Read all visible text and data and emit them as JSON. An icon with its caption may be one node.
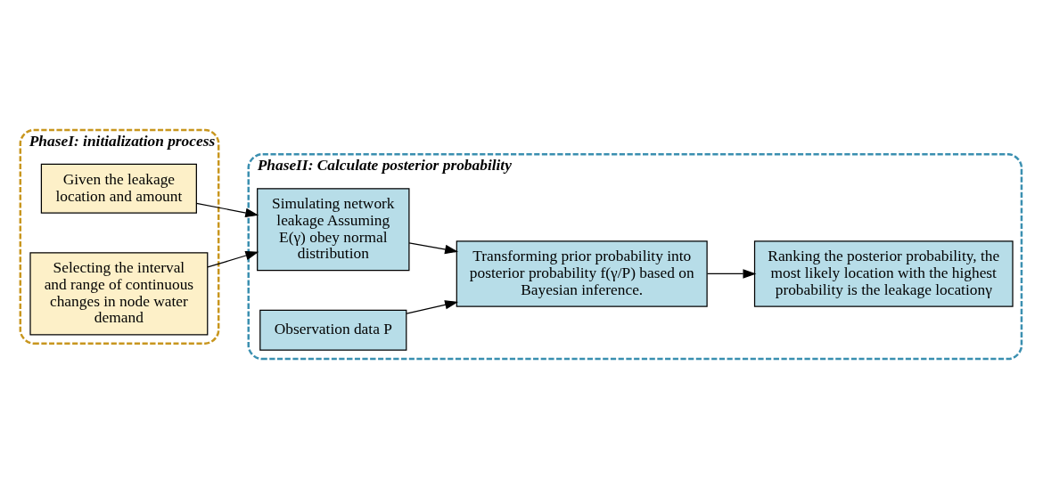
{
  "diagram": {
    "nodes": [
      {
        "text": [
          "PhaseI: initialization process"
        ]
      },
      {
        "text": [
          "Given the leakage location and amount"
        ],
        "in": 0
      },
      {
        "text": [
          "Selecting the interval and range of continuous changes in node water demand"
        ],
        "in": 0
      },
      {
        "text": [
          "PhaseII: Calculate posterior probability"
        ]
      },
      {
        "text": [
          "Simulating network leakage Assuming E(γ) obey normal distribution"
        ],
        "in": 3
      },
      {
        "text": [
          "Ranking the posterior probability, the most likely location with the highest probability is the leakage locationγ"
        ],
        "in": 3
      },
      {
        "text": [
          "Transforming prior probability into posterior probability f(γ/P) based on Bayesian inference."
        ],
        "in": 3
      },
      {
        "text": [
          "Observation data P"
        ],
        "in": 3
      }
    ],
    "edges": [
      {
        "from": 1,
        "to": 4,
        "arrow": "to"
      },
      {
        "from": 2,
        "to": 4,
        "arrow": "to"
      },
      {
        "from": 4,
        "to": 6,
        "arrow": "to"
      },
      {
        "from": 6,
        "to": 5,
        "arrow": "to"
      },
      {
        "from": 7,
        "to": 6,
        "arrow": "to"
      }
    ]
  }
}
